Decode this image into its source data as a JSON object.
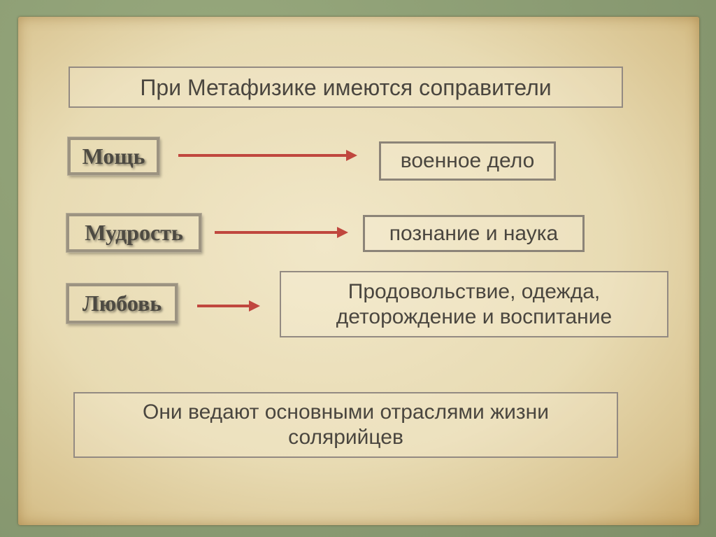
{
  "title": "При Метафизике имеются соправители",
  "rows": [
    {
      "ruler": "Мощь",
      "domain": "военное дело"
    },
    {
      "ruler": "Мудрость",
      "domain": "познание и наука"
    },
    {
      "ruler": "Любовь",
      "domain_line1": "Продовольствие, одежда,",
      "domain_line2": "деторождение и воспитание"
    }
  ],
  "footer": {
    "line1": "Они ведают основными отраслями жизни",
    "line2": "солярийцев"
  },
  "colors": {
    "arrow": "#c0473e",
    "background": "#8e9f74",
    "paper": "#e8dbb3"
  }
}
